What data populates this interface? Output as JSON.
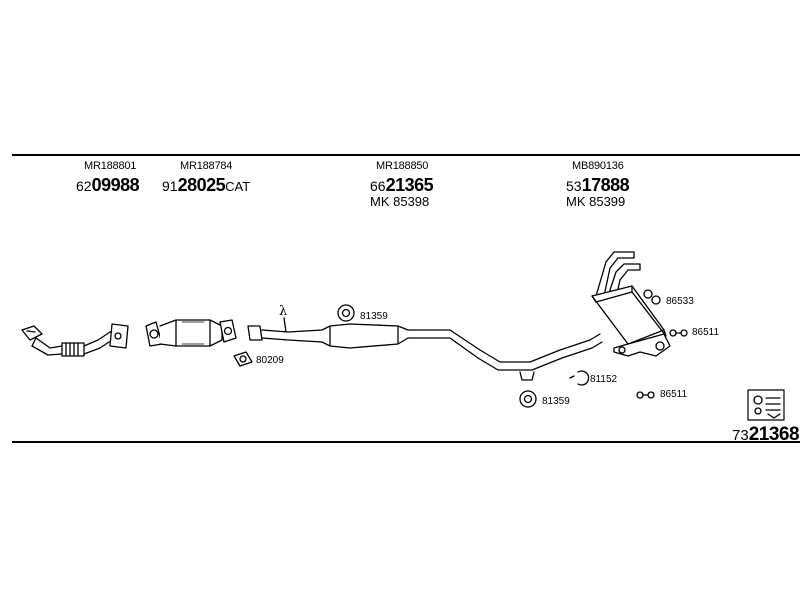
{
  "groups": [
    {
      "ref": "MR188801",
      "pre": "62",
      "main": "09988",
      "suffix": ""
    },
    {
      "ref": "MR188784",
      "pre": "91",
      "main": "28025",
      "suffix": "CAT"
    },
    {
      "ref": "MR188850",
      "pre": "66",
      "main": "21365",
      "suffix": "",
      "mk": "MK 85398"
    },
    {
      "ref": "MB890136",
      "pre": "53",
      "main": "17888",
      "suffix": "",
      "mk": "MK 85399"
    }
  ],
  "accessories": {
    "gasket_80209": "80209",
    "ring_81359_a": "81359",
    "ring_81359_b": "81359",
    "clamp_81152": "81152",
    "hanger_86533": "86533",
    "hanger_86511_a": "86511",
    "hanger_86511_b": "86511"
  },
  "lambda_symbol": "λ",
  "set": {
    "pre": "73",
    "main": "21368"
  }
}
